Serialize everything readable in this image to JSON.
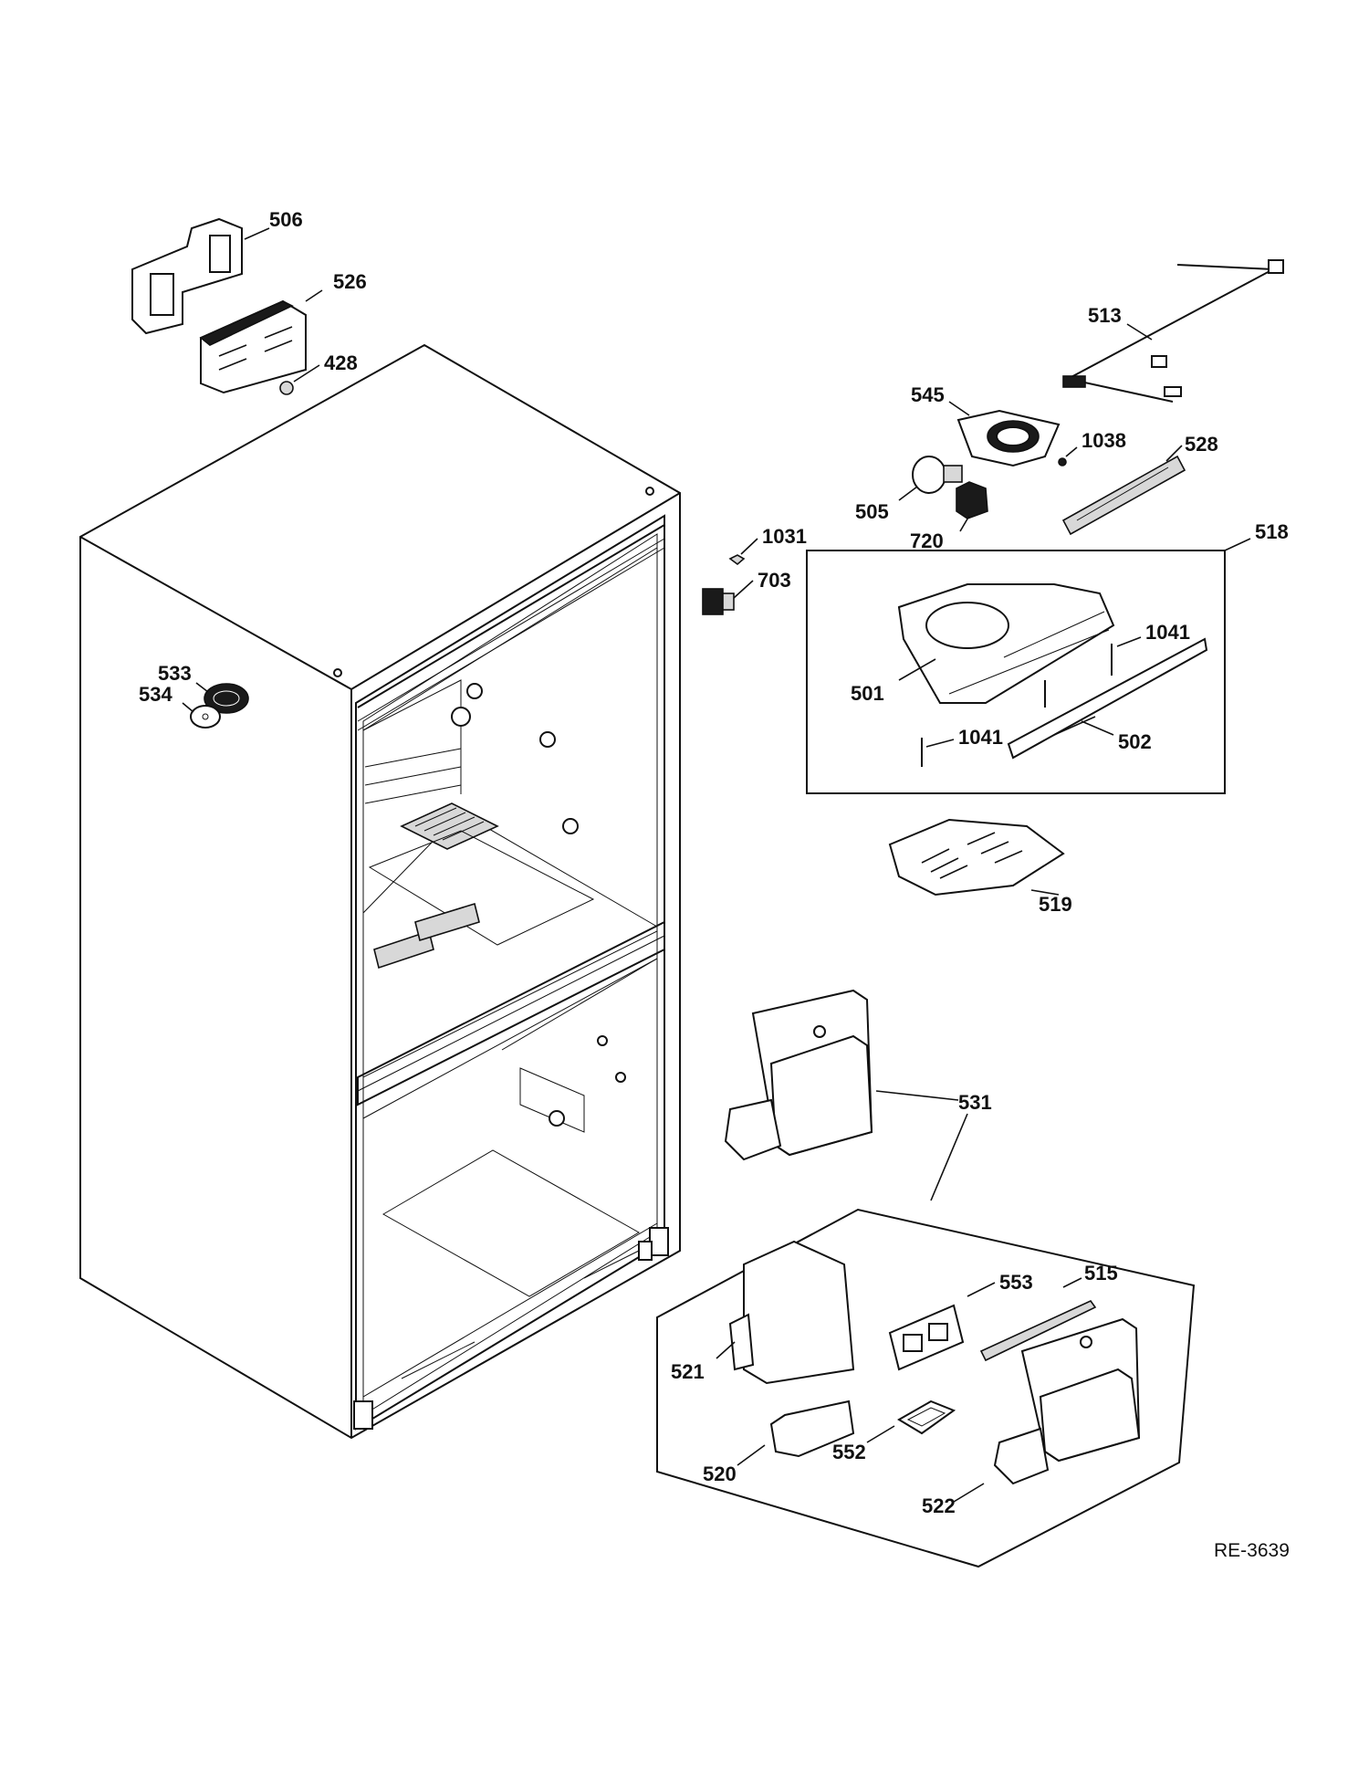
{
  "diagram": {
    "reference_code": "RE-3639",
    "part_labels": {
      "p506": "506",
      "p526": "526",
      "p428": "428",
      "p513": "513",
      "p545": "545",
      "p1038": "1038",
      "p528": "528",
      "p505": "505",
      "p720": "720",
      "p1031": "1031",
      "p703": "703",
      "p518": "518",
      "p1041a": "1041",
      "p501": "501",
      "p1041b": "1041",
      "p502": "502",
      "p519": "519",
      "p533": "533",
      "p534": "534",
      "p531": "531",
      "p553": "553",
      "p515": "515",
      "p521": "521",
      "p520": "520",
      "p552": "552",
      "p522": "522"
    }
  }
}
